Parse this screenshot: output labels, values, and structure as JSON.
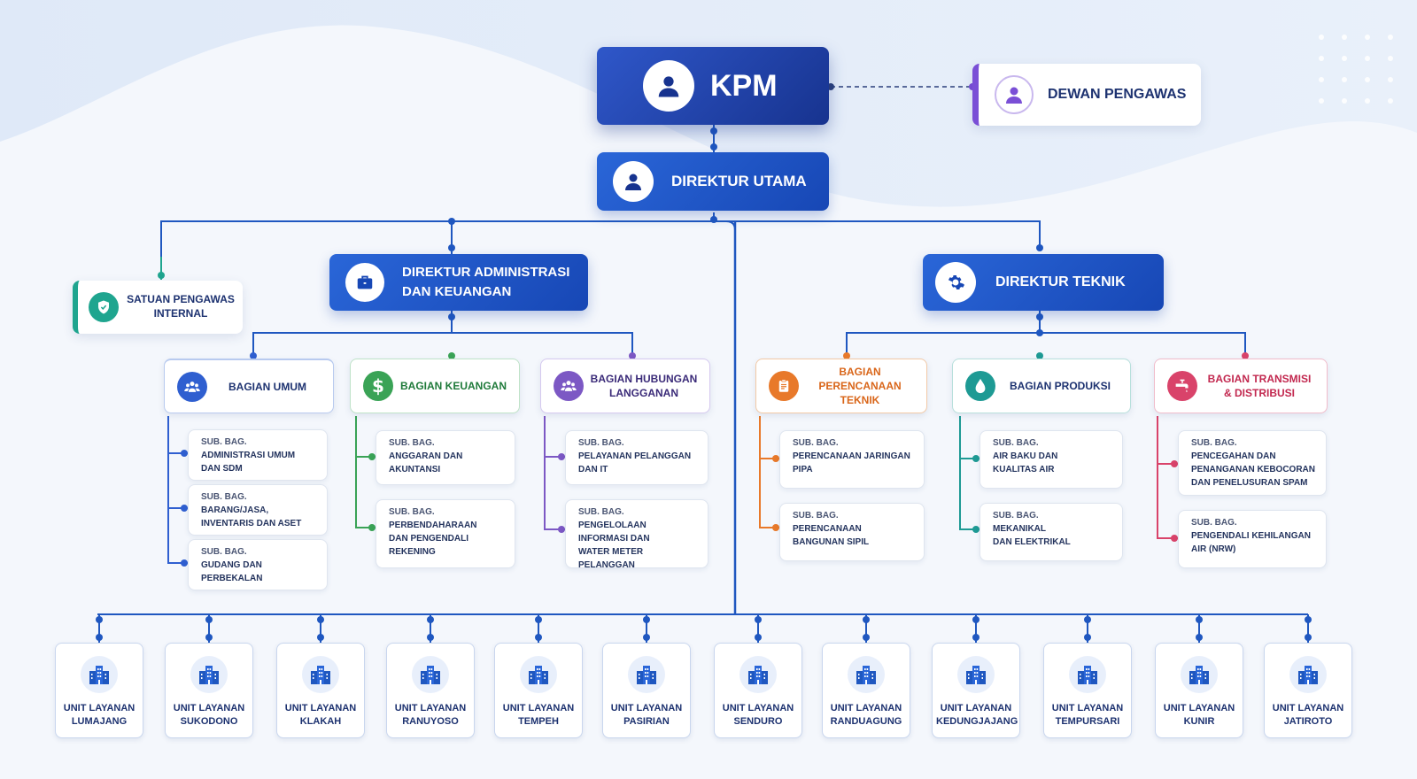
{
  "kpm": {
    "label": "KPM"
  },
  "dewan": {
    "label": "DEWAN PENGAWAS"
  },
  "direktur_utama": {
    "label": "DIREKTUR UTAMA"
  },
  "spi": {
    "label": "SATUAN PENGAWAS\nINTERNAL"
  },
  "dir_admin": {
    "label": "DIREKTUR ADMINISTRASI\nDAN KEUANGAN"
  },
  "dir_teknik": {
    "label": "DIREKTUR TEKNIK"
  },
  "colors": {
    "umum": "#2f5fd0",
    "keuangan": "#3aa356",
    "hubungan": "#7c58c4",
    "perencanaan": "#e8792a",
    "produksi": "#1e9a94",
    "transmisi": "#d9436a",
    "spi": "#1fa58f",
    "dewan": "#7a4fd6",
    "line": "#1f57c0"
  },
  "bagian": {
    "umum": {
      "label": "BAGIAN UMUM",
      "icon": "users-icon"
    },
    "keuangan": {
      "label": "BAGIAN KEUANGAN",
      "icon": "dollar-icon"
    },
    "hubungan": {
      "label": "BAGIAN HUBUNGAN\nLANGGANAN",
      "icon": "users-icon"
    },
    "perencanaan": {
      "label": "BAGIAN\nPERENCANAAN TEKNIK",
      "icon": "clipboard-icon"
    },
    "produksi": {
      "label": "BAGIAN PRODUKSI",
      "icon": "water-drop-icon"
    },
    "transmisi": {
      "label": "BAGIAN TRANSMISI\n& DISTRIBUSI",
      "icon": "faucet-icon"
    }
  },
  "subbag_prefix": "SUB. BAG.",
  "subbag": {
    "umum": [
      "ADMINISTRASI UMUM\nDAN SDM",
      "BARANG/JASA,\nINVENTARIS DAN ASET",
      "GUDANG DAN\nPERBEKALAN"
    ],
    "keuangan": [
      "ANGGARAN DAN\nAKUNTANSI",
      "PERBENDAHARAAN\nDAN PENGENDALI\nREKENING"
    ],
    "hubungan": [
      "PELAYANAN PELANGGAN\nDAN IT",
      "PENGELOLAAN\nINFORMASI DAN\nWATER METER PELANGGAN"
    ],
    "perencanaan": [
      "PERENCANAAN JARINGAN\nPIPA",
      "PERENCANAAN\nBANGUNAN SIPIL"
    ],
    "produksi": [
      "AIR BAKU DAN\nKUALITAS AIR",
      "MEKANIKAL\nDAN ELEKTRIKAL"
    ],
    "transmisi": [
      "PENCEGAHAN DAN\nPENANGANAN KEBOCORAN\nDAN PENELUSURAN SPAM",
      "PENGENDALI KEHILANGAN\nAIR (NRW)"
    ]
  },
  "units": [
    "UNIT LAYANAN\nLUMAJANG",
    "UNIT LAYANAN\nSUKODONO",
    "UNIT LAYANAN\nKLAKAH",
    "UNIT LAYANAN\nRANUYOSO",
    "UNIT LAYANAN\nTEMPEH",
    "UNIT LAYANAN\nPASIRIAN",
    "UNIT LAYANAN\nSENDURO",
    "UNIT LAYANAN\nRANDUAGUNG",
    "UNIT LAYANAN\nKEDUNGJAJANG",
    "UNIT LAYANAN\nTEMPURSARI",
    "UNIT LAYANAN\nKUNIR",
    "UNIT LAYANAN\nJATIROTO"
  ]
}
